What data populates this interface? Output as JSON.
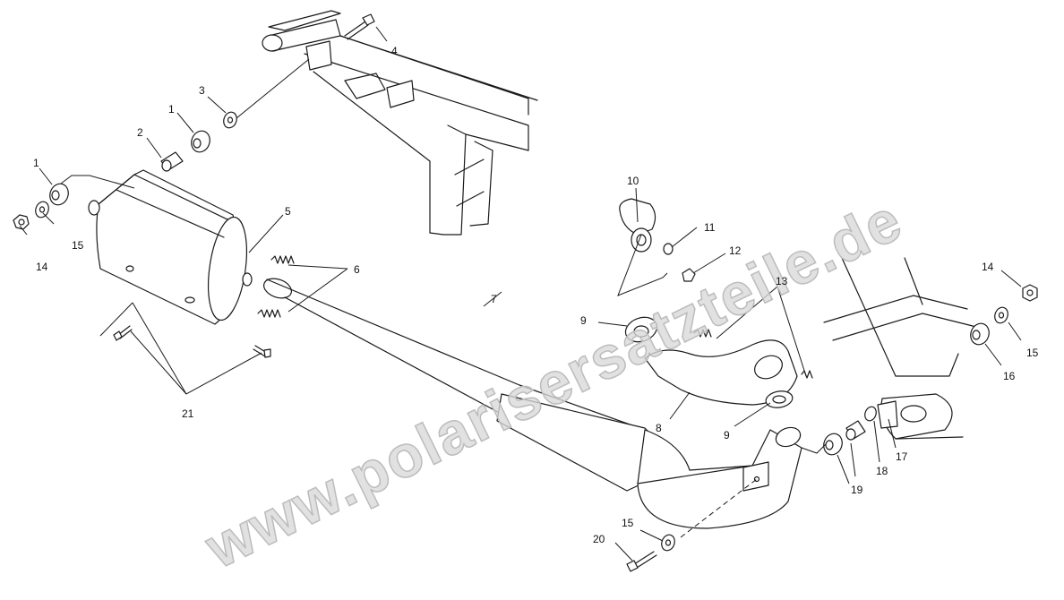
{
  "watermark": "www.polarisersatzteile.de",
  "callouts": {
    "c1a": "1",
    "c1b": "1",
    "c2": "2",
    "c3": "3",
    "c4": "4",
    "c5": "5",
    "c6": "6",
    "c7": "7",
    "c8": "8",
    "c9a": "9",
    "c9b": "9",
    "c10": "10",
    "c11": "11",
    "c12": "12",
    "c13": "13",
    "c14a": "14",
    "c14b": "14",
    "c15a": "15",
    "c15b": "15",
    "c15c": "15",
    "c16": "16",
    "c17": "17",
    "c18": "18",
    "c19": "19",
    "c20": "20",
    "c21": "21"
  }
}
